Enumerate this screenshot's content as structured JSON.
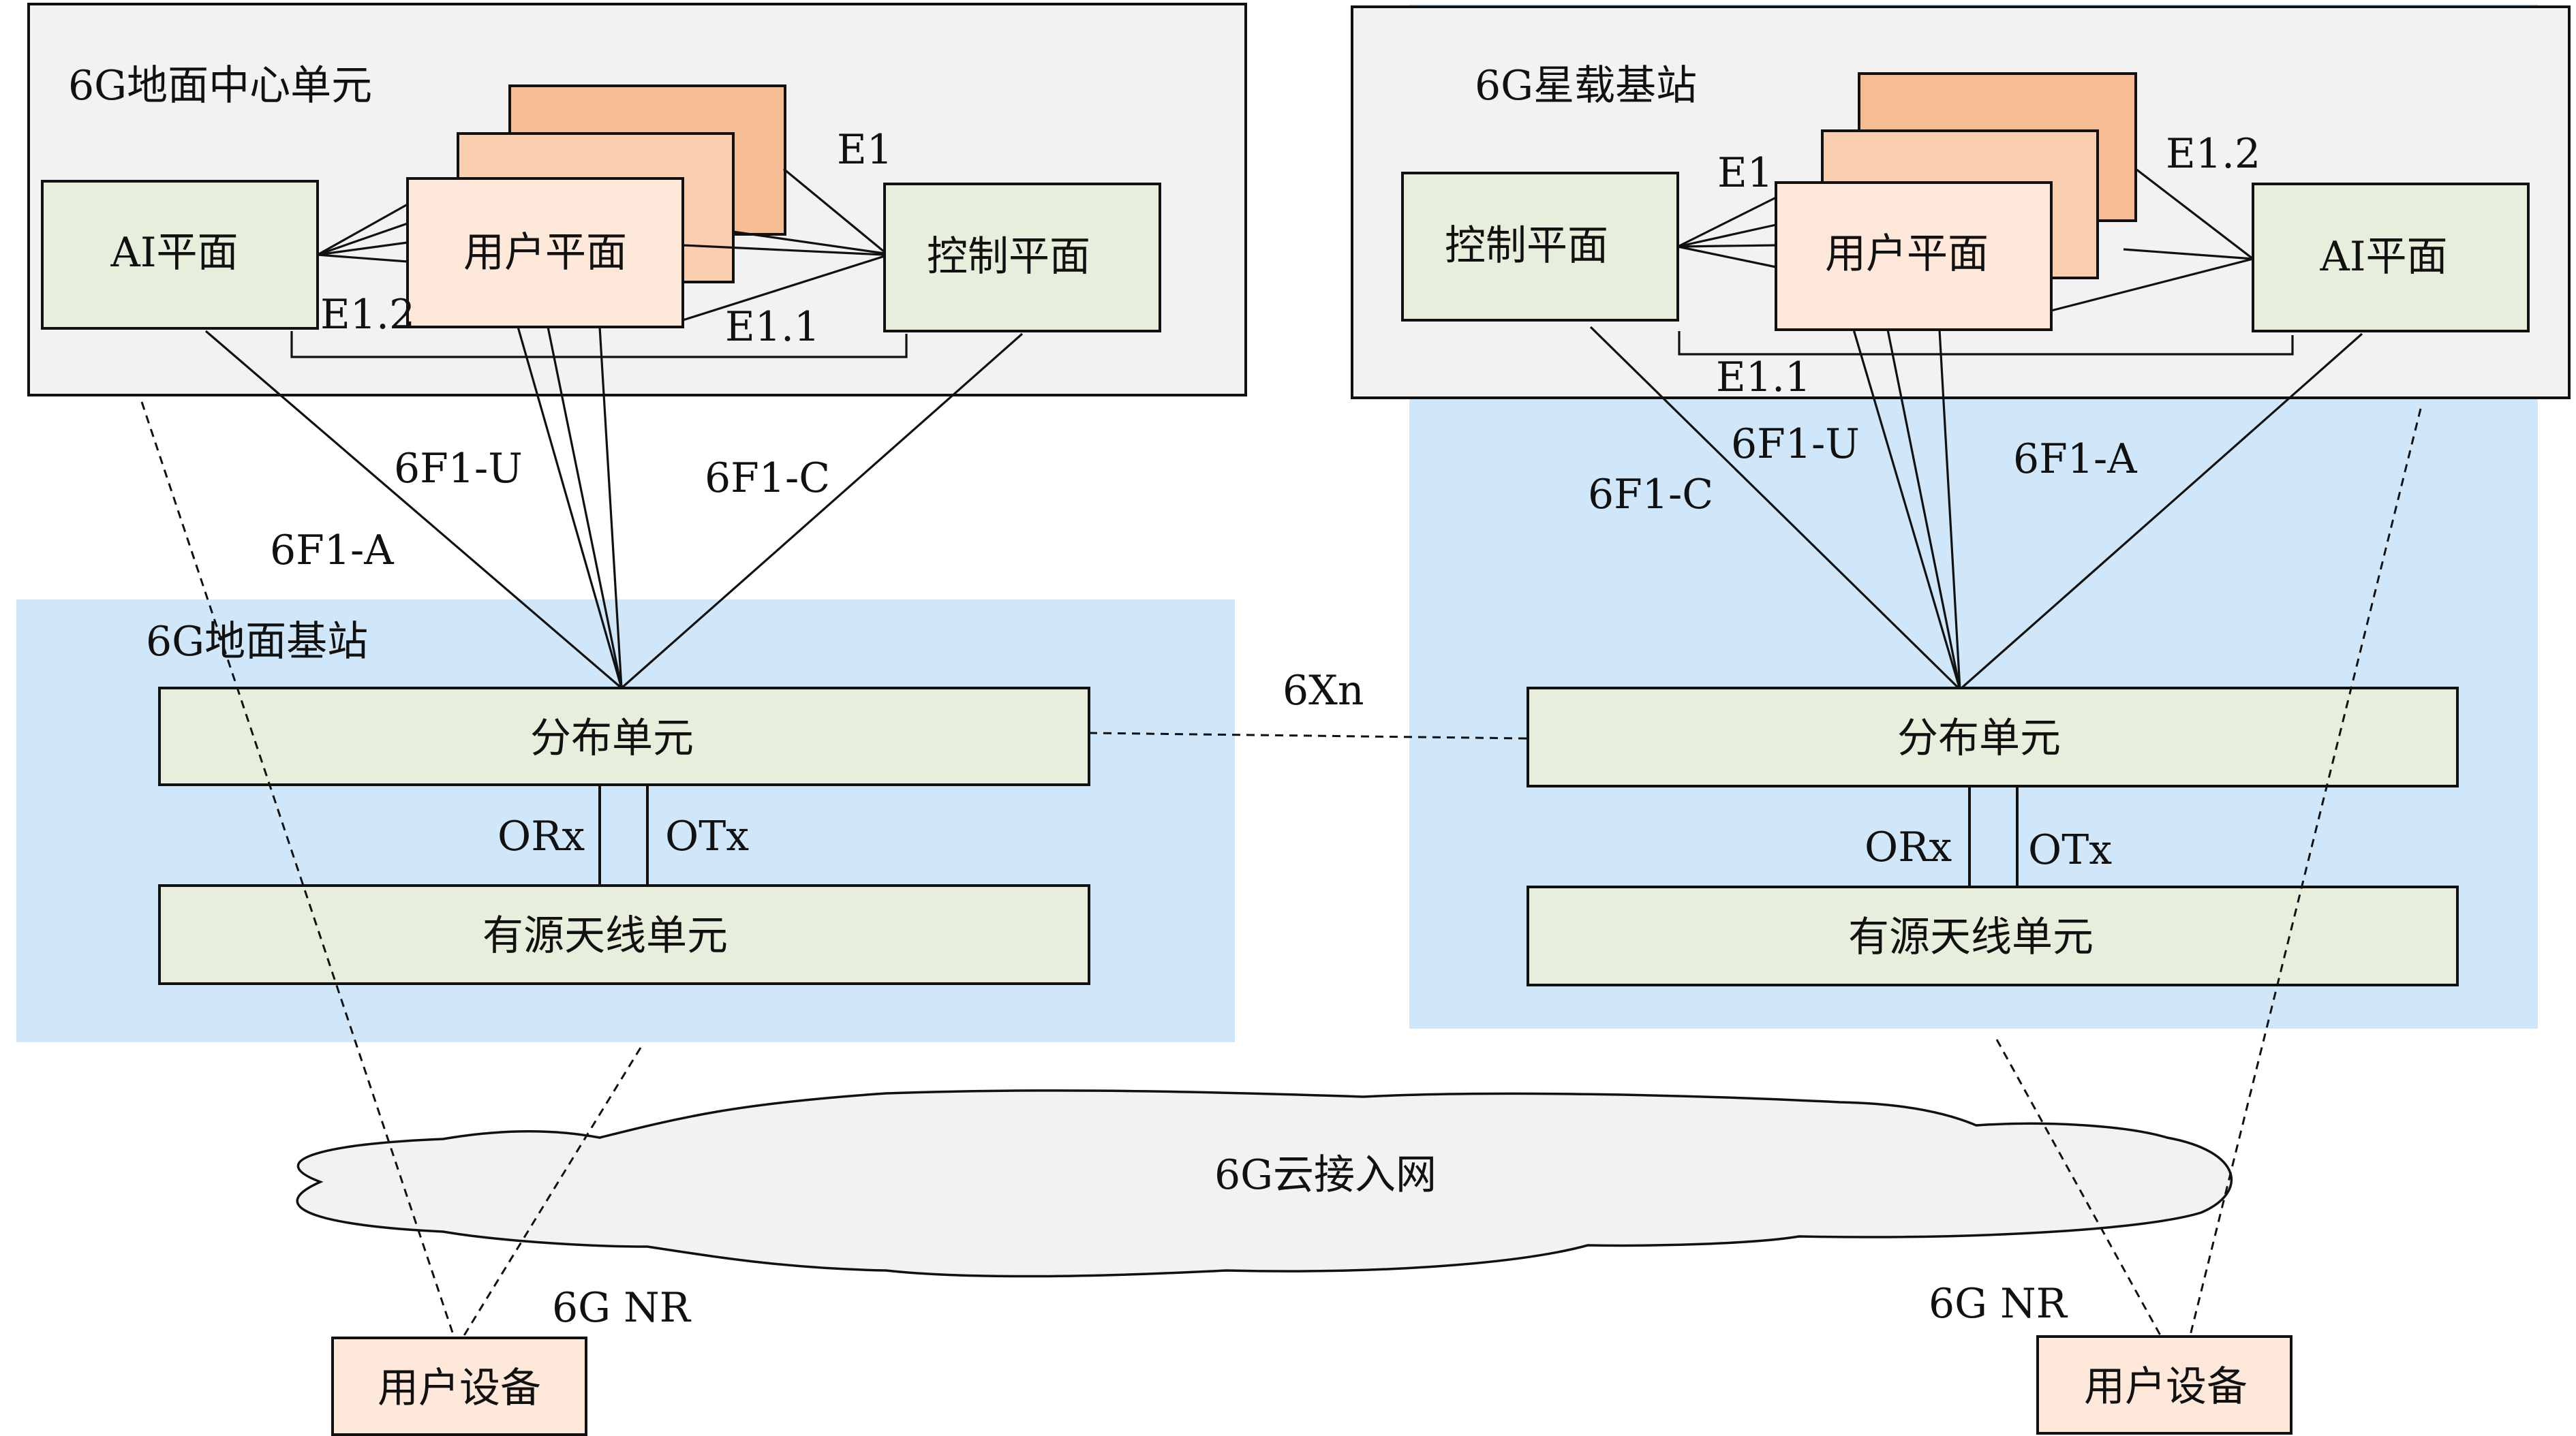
{
  "colors": {
    "container_bg": "#f2f2f2",
    "station_bg": "#cfe7f9",
    "plane_green": "#e8eedc",
    "user_plane_front": "#fde8da",
    "user_plane_mid": "#f9cfb0",
    "user_plane_back": "#f6bc94",
    "cloud_bg": "#f2f2f2",
    "interface_bar": "#cfe7f9"
  },
  "left": {
    "cu_title": "6G地面中心单元",
    "ai_plane": "AI平面",
    "user_plane": "用户平面",
    "control_plane": "控制平面",
    "e1": "E1",
    "e1_1": "E1.1",
    "e1_2": "E1.2",
    "f1_u": "6F1-U",
    "f1_c": "6F1-C",
    "f1_a": "6F1-A",
    "station_title": "6G地面基站",
    "du": "分布单元",
    "orx": "ORx",
    "otx": "OTx",
    "aau": "有源天线单元",
    "nr": "6G NR",
    "ue": "用户设备"
  },
  "right": {
    "cu_title": "6G星载基站",
    "control_plane": "控制平面",
    "user_plane": "用户平面",
    "ai_plane": "AI平面",
    "e1": "E1",
    "e1_2": "E1.2",
    "e1_1": "E1.1",
    "f1_u": "6F1-U",
    "f1_c": "6F1-C",
    "f1_a": "6F1-A",
    "du": "分布单元",
    "orx": "ORx",
    "otx": "OTx",
    "aau": "有源天线单元",
    "nr": "6G NR",
    "ue": "用户设备"
  },
  "xn": "6Xn",
  "cloud": "6G云接入网"
}
